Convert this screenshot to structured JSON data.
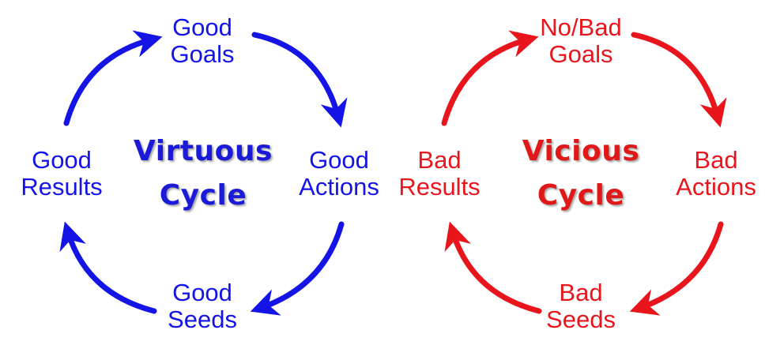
{
  "colors": {
    "virtuous": "#1414e6",
    "vicious": "#e8161c"
  },
  "virtuous": {
    "title_line1": "Virtuous",
    "title_line2": "Cycle",
    "top_line1": "Good",
    "top_line2": "Goals",
    "right_line1": "Good",
    "right_line2": "Actions",
    "bottom_line1": "Good",
    "bottom_line2": "Seeds",
    "left_line1": "Good",
    "left_line2": "Results"
  },
  "vicious": {
    "title_line1": "Vicious",
    "title_line2": "Cycle",
    "top_line1": "No/Bad",
    "top_line2": "Goals",
    "right_line1": "Bad",
    "right_line2": "Actions",
    "bottom_line1": "Bad",
    "bottom_line2": "Seeds",
    "left_line1": "Bad",
    "left_line2": "Results"
  }
}
